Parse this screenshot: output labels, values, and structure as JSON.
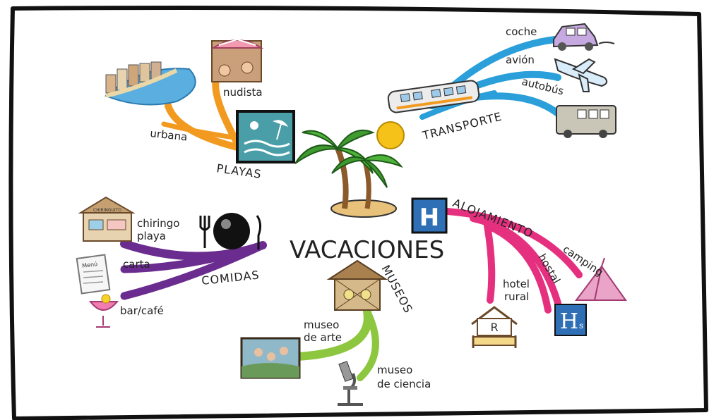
{
  "title": "VACACIONES",
  "colors": {
    "playas": "#f29a1f",
    "transporte": "#2b9fd9",
    "alojamiento": "#e5307f",
    "comidas": "#6b2c8f",
    "museos": "#8dc63f",
    "frame": "#111111"
  },
  "branches": {
    "playas": {
      "label": "PLAYAS",
      "items": [
        "nudista",
        "urbana"
      ],
      "icon": "beach-sign-icon"
    },
    "transporte": {
      "label": "TRANSPORTE",
      "items": [
        "coche",
        "avión",
        "autobús"
      ],
      "icon": "train-icon"
    },
    "alojamiento": {
      "label": "ALOJAMIENTO",
      "items": [
        "camping",
        "hostal",
        "hotel",
        "rural"
      ],
      "icon": "hospital-h-icon",
      "sign_letter": "H",
      "rural_letter": "R",
      "hostal_letter": "H",
      "hostal_sub": "s"
    },
    "comidas": {
      "label": "COMIDAS",
      "items": [
        "chiringo",
        "playa",
        "carta",
        "bar/café"
      ],
      "menu_word": "Menú",
      "kiosk_word": "CHIRINGUITO"
    },
    "museos": {
      "label": "MUSEOS",
      "items": [
        "museo",
        "de arte",
        "museo",
        "de ciencia"
      ]
    }
  }
}
